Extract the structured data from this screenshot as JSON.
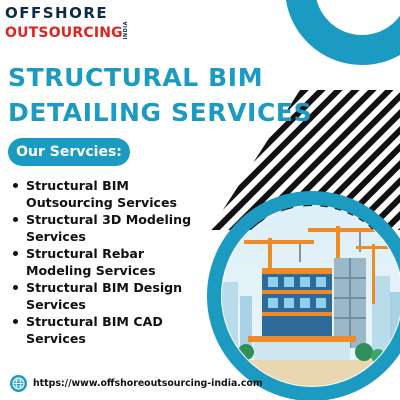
{
  "logo": {
    "top": "OFFSHORE",
    "main": "OUTSOURCING",
    "tag": "INDIA"
  },
  "title": {
    "line1": "STRUCTURAL BIM",
    "line2": "DETAILING SERVICES"
  },
  "services": {
    "heading": "Our Servcies:",
    "items": [
      "Structural BIM Outsourcing Services",
      "Structural 3D Modeling Services",
      "Structural Rebar Modeling Services",
      "Structural BIM Design Services",
      "Structural BIM CAD Services"
    ]
  },
  "footer": {
    "url": "https://www.offshoreoutsourcing-india.com",
    "icon": "globe-icon"
  },
  "colors": {
    "accent": "#1b9ac2",
    "dark": "#0d2a4a",
    "brand_red": "#e0231f"
  }
}
